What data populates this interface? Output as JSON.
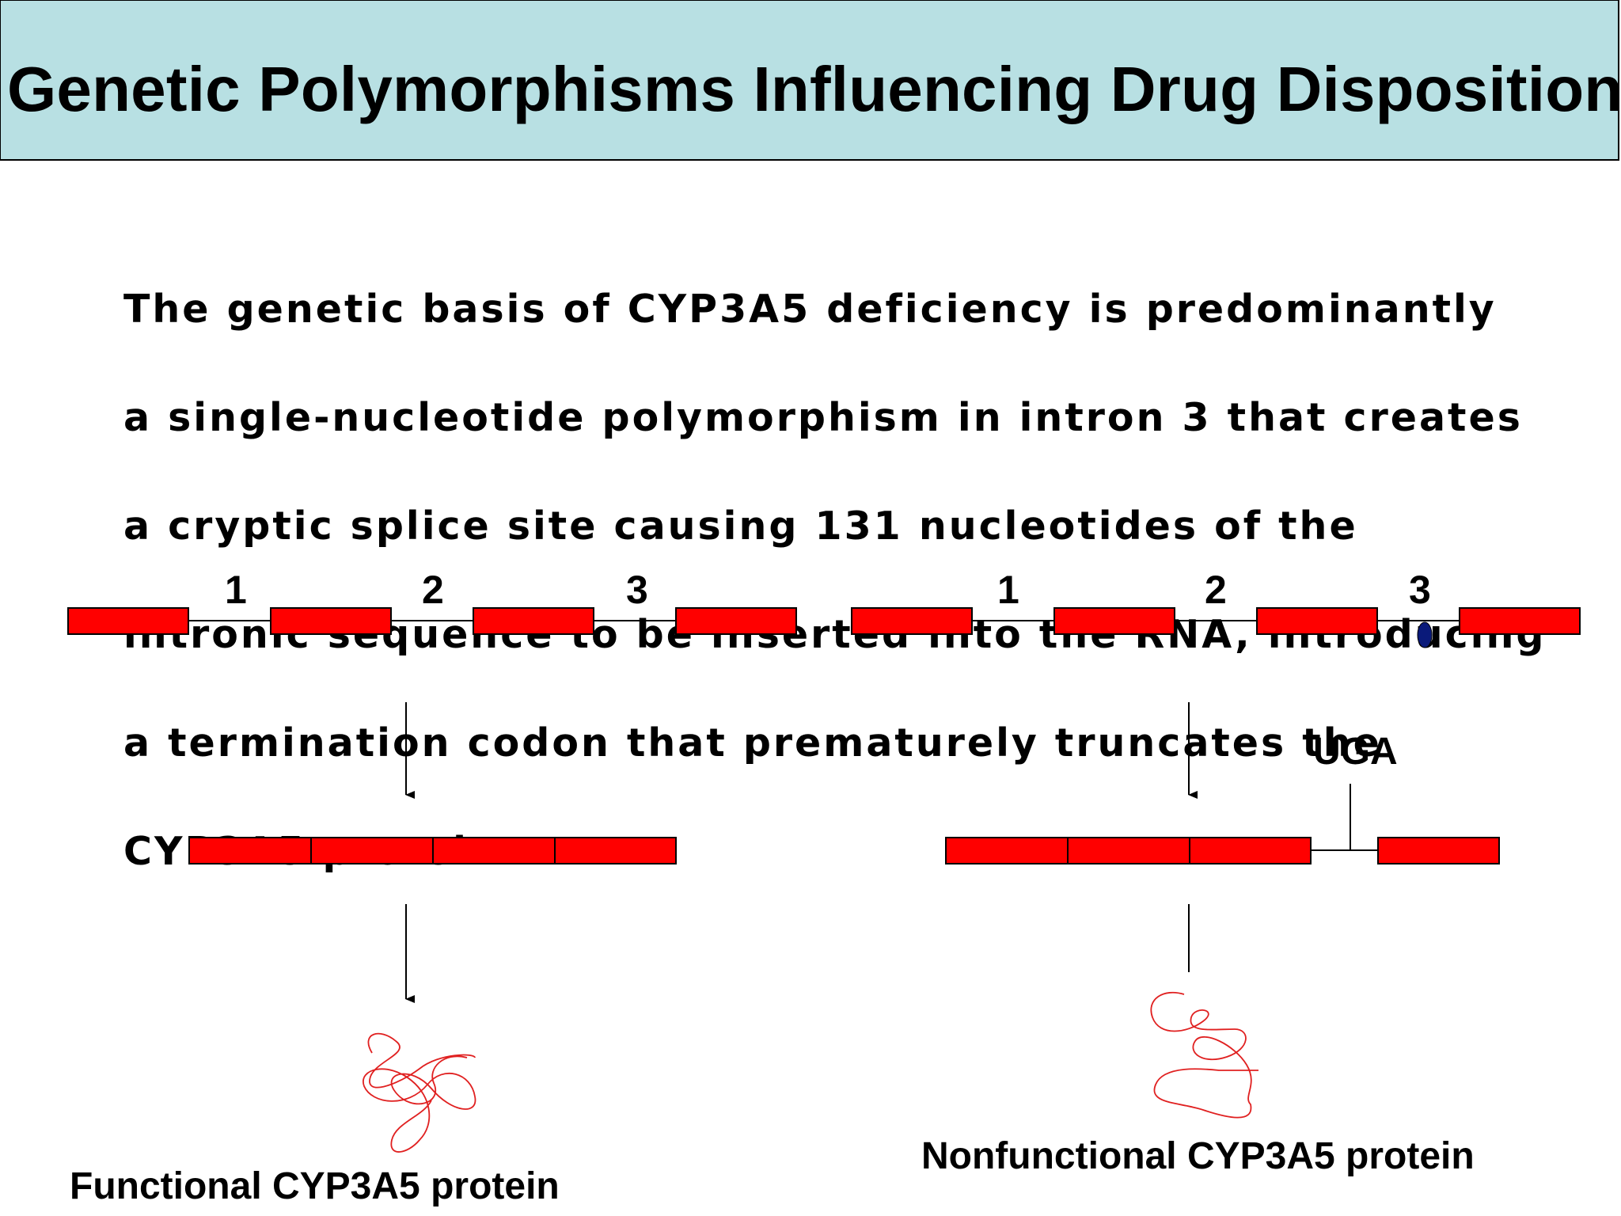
{
  "slide": {
    "title": "Genetic Polymorphisms Influencing Drug Disposition",
    "body_lines": [
      "The genetic basis of CYP3A5 deficiency is predominantly",
      "a single-nucleotide polymorphism in intron 3 that creates",
      "a cryptic splice site causing 131 nucleotides of the",
      "intronic sequence to be inserted into the RNA, introducing",
      "a termination codon that prematurely truncates the",
      "CYP3A5 protein."
    ]
  },
  "diagram": {
    "left": {
      "intron_labels": [
        "1",
        "2",
        "3"
      ],
      "caption": "Functional CYP3A5 protein"
    },
    "right": {
      "intron_labels": [
        "1",
        "2",
        "3"
      ],
      "stop_codon_label": "UGA",
      "caption": "Nonfunctional CYP3A5 protein"
    }
  },
  "colors": {
    "exon": "#ff0000",
    "snp_marker": "#0a1a7a",
    "title_bg": "#b8e0e3",
    "protein_squiggle": "#e02020"
  }
}
